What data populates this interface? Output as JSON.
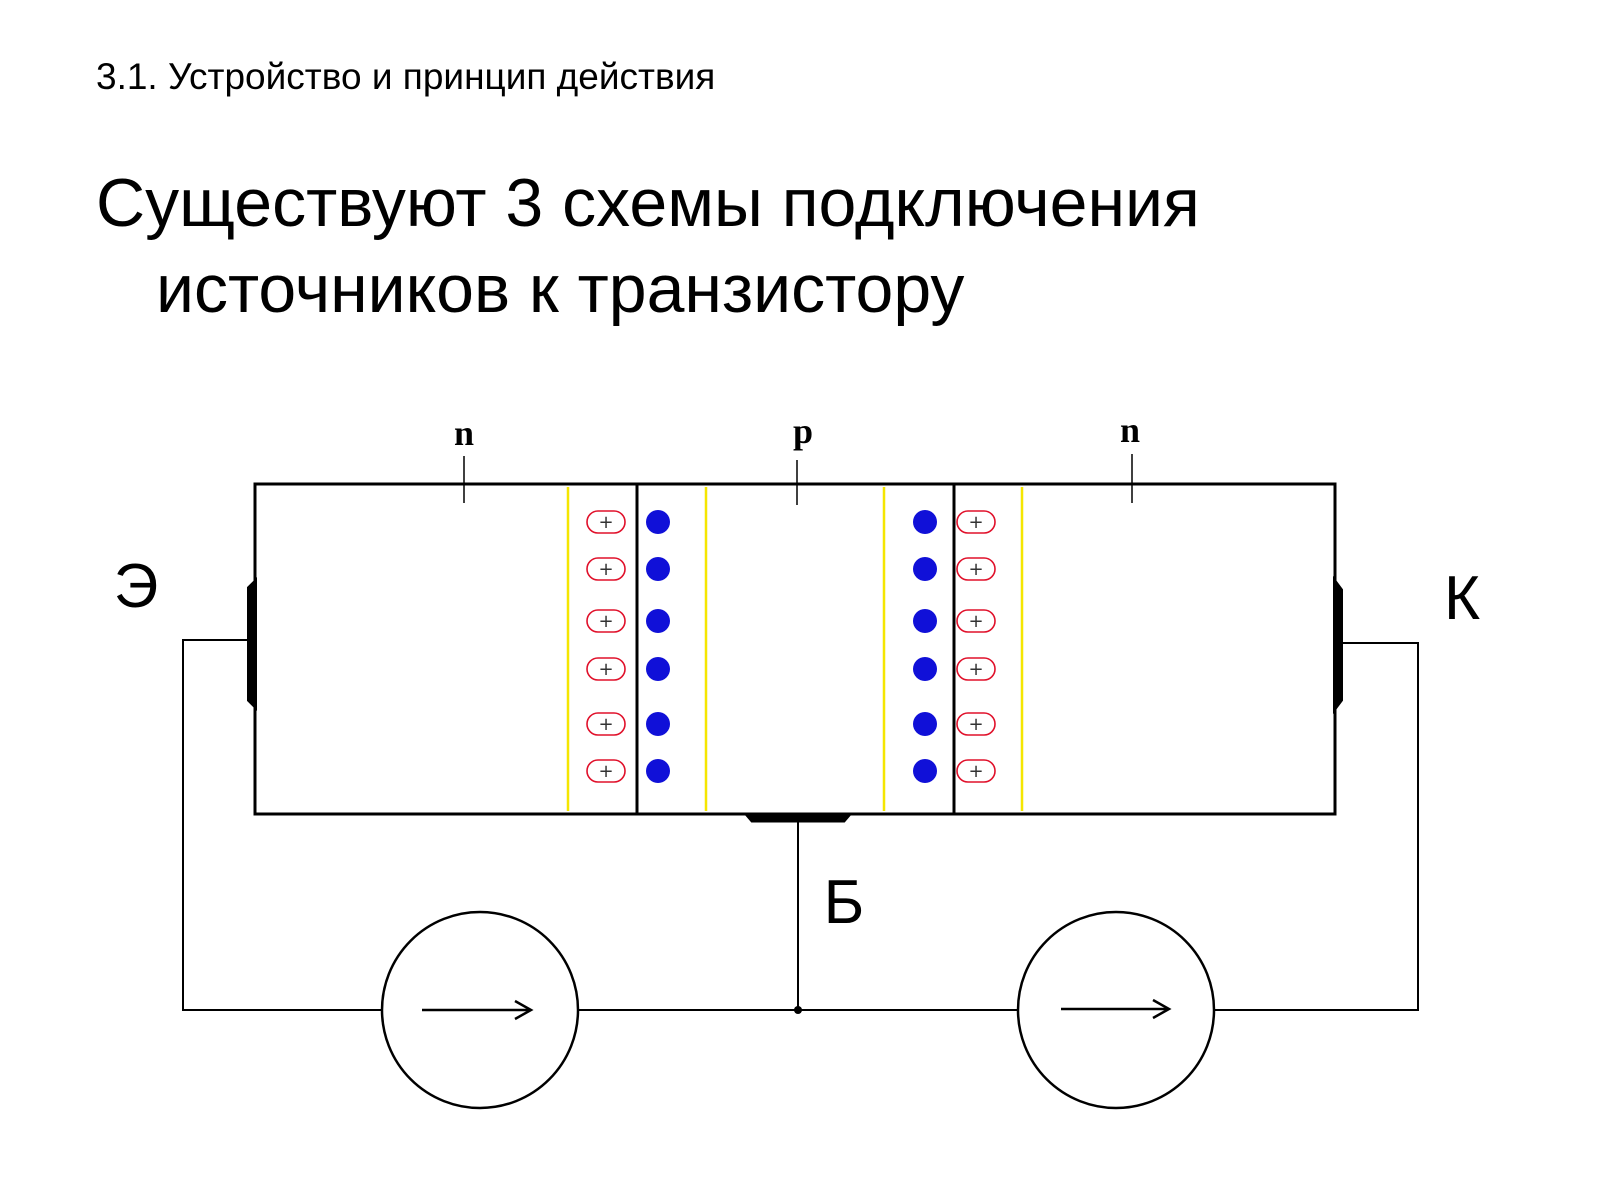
{
  "slide": {
    "subtitle": "3.1. Устройство и принцип действия",
    "title_line1": "Существуют 3 схемы подключения",
    "title_line2": "источников к транзистору"
  },
  "diagram": {
    "regions": [
      {
        "id": "emitter-region",
        "label": "n"
      },
      {
        "id": "base-region",
        "label": "p"
      },
      {
        "id": "collector-region",
        "label": "n"
      }
    ],
    "terminals": {
      "emitter": "Э",
      "collector": "К",
      "base": "Б"
    },
    "ion_symbol": "+",
    "colors": {
      "outline": "#000000",
      "junction_boundary": "#f5e600",
      "electron": "#1010d8",
      "ion": "#e0102a"
    }
  }
}
